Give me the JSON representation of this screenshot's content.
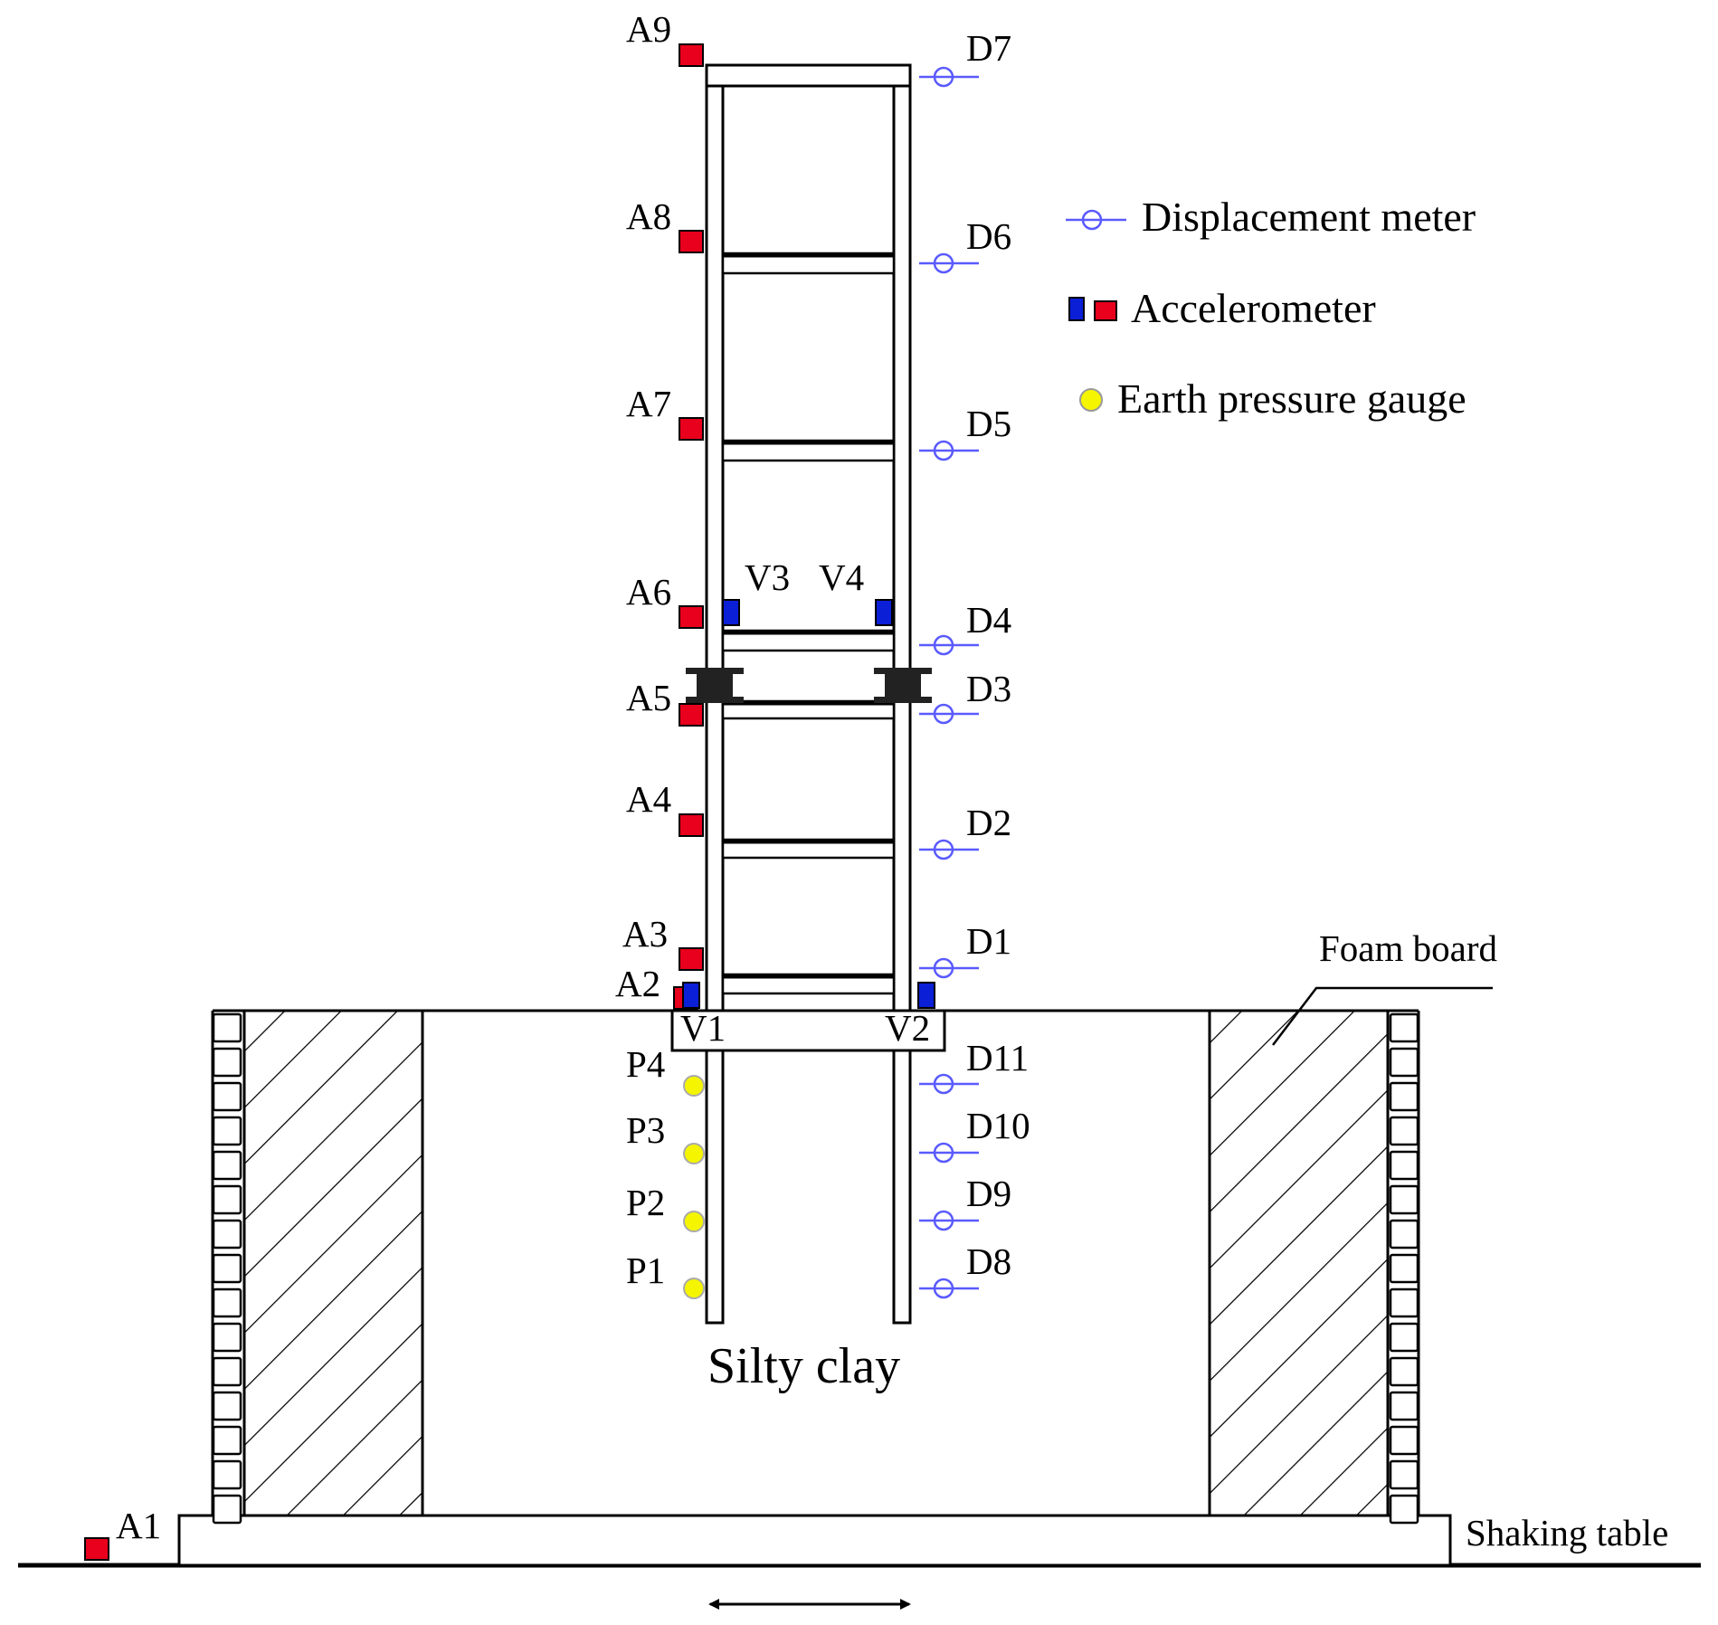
{
  "colors": {
    "accelerometer_red": "#e8001c",
    "accelerometer_blue": "#0a1fd6",
    "displacement_meter": "#5a5aff",
    "pressure_gauge": "#f5f500",
    "line": "#000000"
  },
  "legend": {
    "displacement": "Displacement meter",
    "accelerometer": "Accelerometer",
    "pressure": "Earth pressure gauge"
  },
  "labels": {
    "foam_board": "Foam board",
    "shaking_table": "Shaking table",
    "soil": "Silty clay"
  },
  "accelerometers": {
    "a1": "A1",
    "a2": "A2",
    "a3": "A3",
    "a4": "A4",
    "a5": "A5",
    "a6": "A6",
    "a7": "A7",
    "a8": "A8",
    "a9": "A9"
  },
  "velocity_sensors": {
    "v1": "V1",
    "v2": "V2",
    "v3": "V3",
    "v4": "V4"
  },
  "displacement_meters": {
    "d1": "D1",
    "d2": "D2",
    "d3": "D3",
    "d4": "D4",
    "d5": "D5",
    "d6": "D6",
    "d7": "D7",
    "d8": "D8",
    "d9": "D9",
    "d10": "D10",
    "d11": "D11"
  },
  "pressure_gauges": {
    "p1": "P1",
    "p2": "P2",
    "p3": "P3",
    "p4": "P4"
  }
}
